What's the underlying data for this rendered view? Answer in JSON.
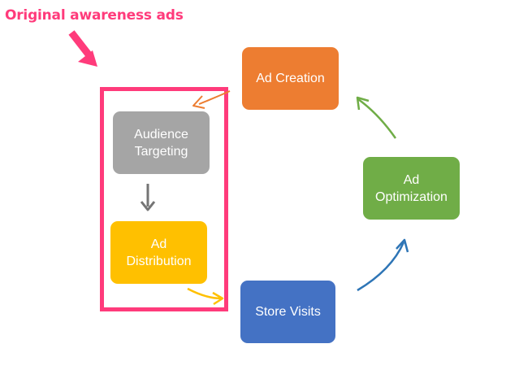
{
  "annotation": {
    "label": "Original awareness ads",
    "accent_color": "#ff3b7b"
  },
  "nodes": {
    "ad_creation": {
      "label": "Ad Creation",
      "color": "#ed7d31"
    },
    "audience_targeting": {
      "label": "Audience\nTargeting",
      "color": "#a5a5a5"
    },
    "ad_distribution": {
      "label": "Ad\nDistribution",
      "color": "#ffc000"
    },
    "store_visits": {
      "label": "Store Visits",
      "color": "#4472c4"
    },
    "ad_optimization": {
      "label": "Ad\nOptimization",
      "color": "#70ad47"
    }
  },
  "edges": [
    {
      "from": "ad_creation",
      "to": "audience_targeting",
      "color": "#ed7d31"
    },
    {
      "from": "audience_targeting",
      "to": "ad_distribution",
      "color": "#757575"
    },
    {
      "from": "ad_distribution",
      "to": "store_visits",
      "color": "#ffc000"
    },
    {
      "from": "store_visits",
      "to": "ad_optimization",
      "color": "#2e75b6"
    },
    {
      "from": "ad_optimization",
      "to": "ad_creation",
      "color": "#70ad47"
    }
  ]
}
